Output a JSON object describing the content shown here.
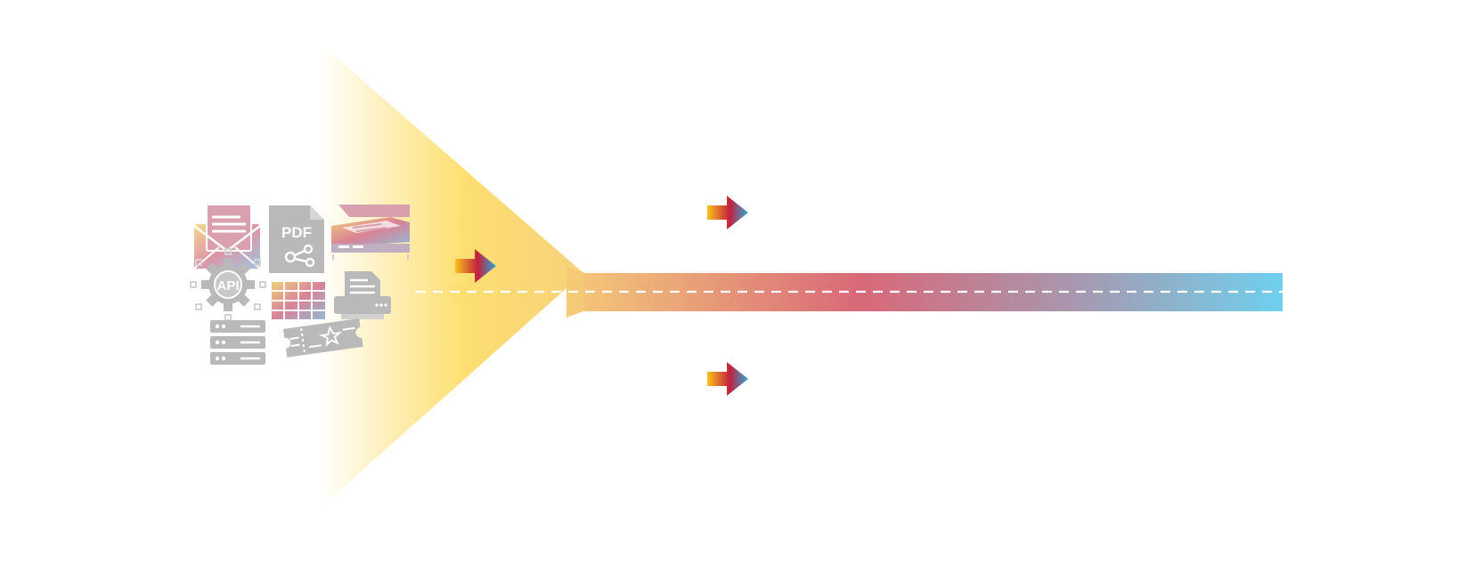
{
  "diagram": {
    "colors": {
      "funnel_yellow": "#FDDB6A",
      "pipe_start": "#F4C678",
      "pipe_mid": "#D86878",
      "pipe_end": "#6FD0EE",
      "arrow_start": "#F9C21A",
      "arrow_mid": "#C4203E",
      "arrow_end": "#2AA9D8",
      "icon_gray": "#B9B9B9",
      "dash": "#FFFFFF"
    },
    "input_icons": [
      {
        "name": "email-icon"
      },
      {
        "name": "pdf-share-icon",
        "label": "PDF"
      },
      {
        "name": "scanner-icon"
      },
      {
        "name": "api-gear-icon",
        "label": "API"
      },
      {
        "name": "spreadsheet-icon"
      },
      {
        "name": "printer-icon"
      },
      {
        "name": "server-icon"
      },
      {
        "name": "ticket-icon"
      }
    ],
    "arrows": [
      {
        "name": "input-arrow"
      },
      {
        "name": "upper-output-arrow"
      },
      {
        "name": "lower-output-arrow"
      }
    ]
  }
}
